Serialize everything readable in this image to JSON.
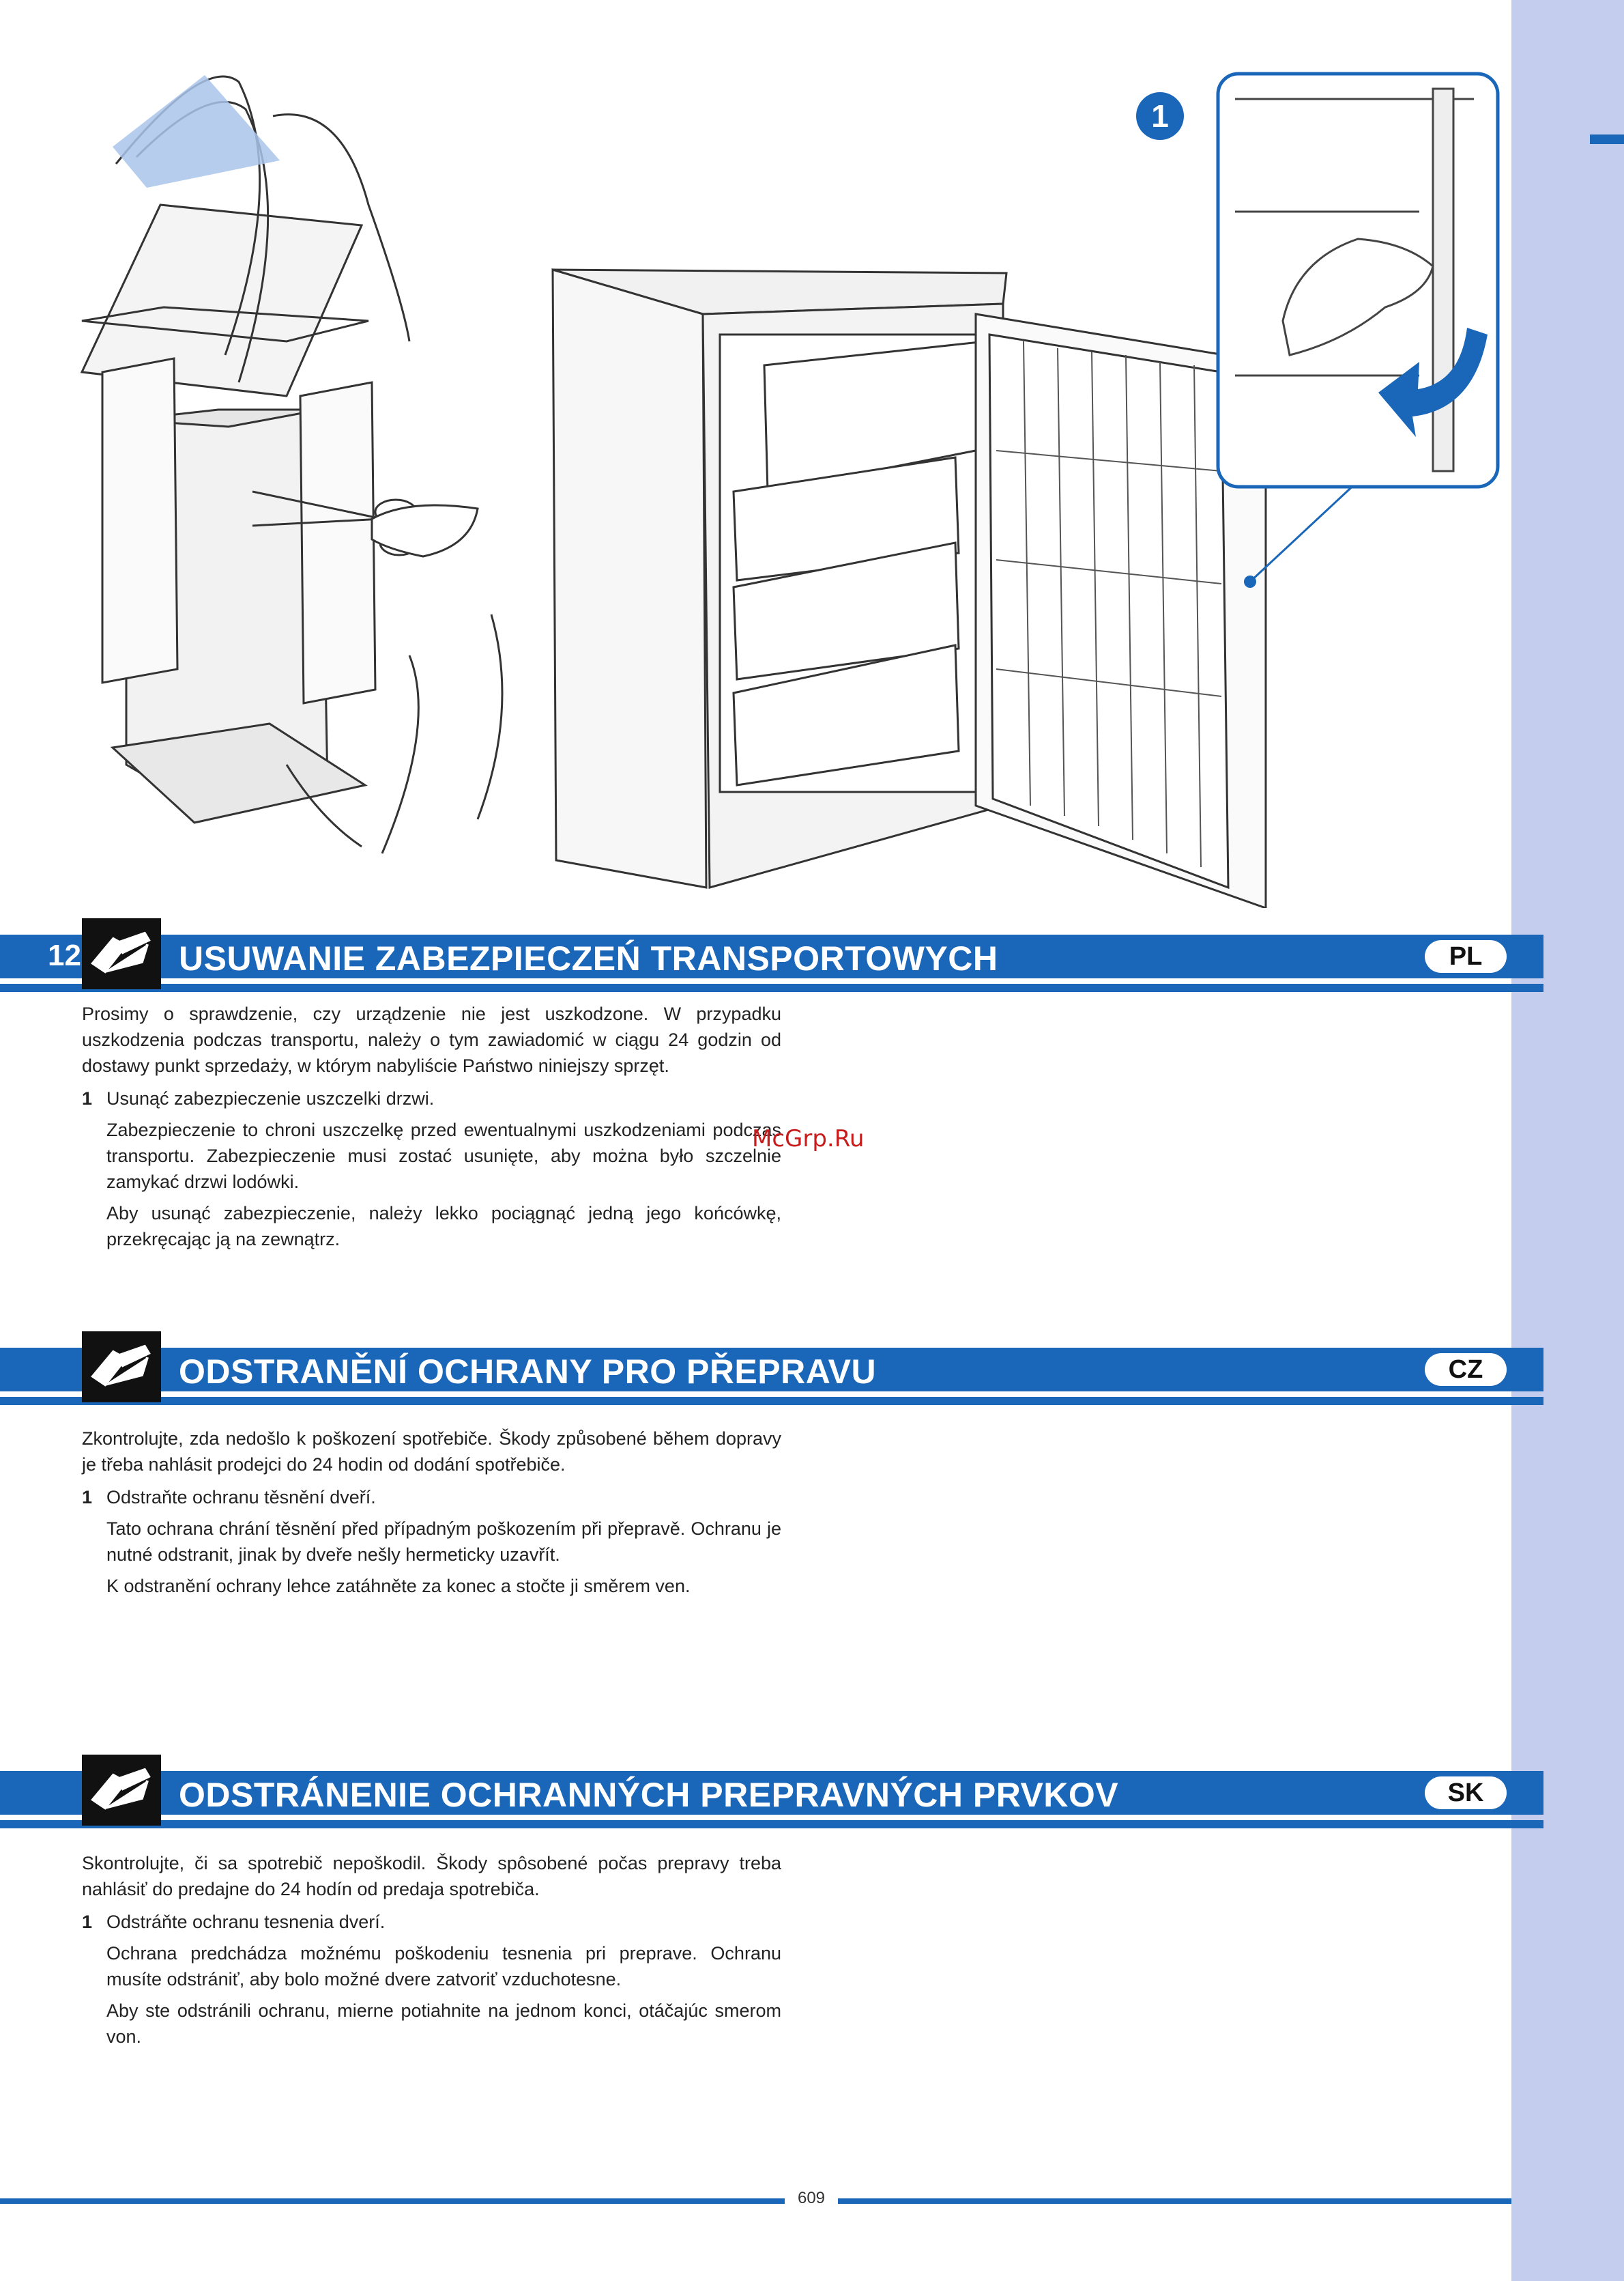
{
  "callout_number": "1",
  "watermark": "McGrp.Ru",
  "sections": [
    {
      "number": "12",
      "title": "USUWANIE ZABEZPIECZEŃ TRANSPORTOWYCH",
      "lang": "PL",
      "intro": "Prosimy o sprawdzenie, czy urządzenie nie jest uszkodzone. W przypadku uszkodzenia podczas transportu, należy o tym zawiadomić w ciągu 24 godzin od dostawy punkt sprzedaży, w którym nabyliście Państwo niniejszy sprzęt.",
      "step_number": "1",
      "step_title": "Usunąć zabezpieczenie uszczelki drzwi.",
      "step_p1": "Zabezpieczenie to chroni uszczelkę przed ewentualnymi uszkodzeniami podczas transportu. Zabezpieczenie musi zostać usunięte, aby można było szczelnie zamykać drzwi lodówki.",
      "step_p2": "Aby usunąć zabezpieczenie, należy lekko pociągnąć jedną jego końcówkę, przekręcając ją na zewnątrz."
    },
    {
      "number": "",
      "title": "ODSTRANĚNÍ OCHRANY PRO PŘEPRAVU",
      "lang": "CZ",
      "intro": "Zkontrolujte, zda nedošlo k poškození spotřebiče. Škody způsobené během dopravy je třeba nahlásit prodejci do 24 hodin od dodání spotřebiče.",
      "step_number": "1",
      "step_title": "Odstraňte ochranu těsnění dveří.",
      "step_p1": "Tato ochrana chrání těsnění před případným poškozením při přepravě. Ochranu je nutné odstranit, jinak by dveře nešly hermeticky uzavřít.",
      "step_p2": "K odstranění ochrany lehce zatáhněte za konec a stočte ji směrem ven."
    },
    {
      "number": "",
      "title": "ODSTRÁNENIE OCHRANNÝCH PREPRAVNÝCH  PRVKOV",
      "lang": "SK",
      "intro": "Skontrolujte, či sa spotrebič nepoškodil. Škody spôsobené počas prepravy treba nahlásiť do predajne do 24 hodín od predaja spotrebiča.",
      "step_number": "1",
      "step_title": "Odstráňte ochranu tesnenia dverí.",
      "step_p1": "Ochrana predchádza možnému poškodeniu tesnenia pri preprave. Ochranu musíte odstrániť, aby bolo možné dvere zatvoriť vzduchotesne.",
      "step_p2": "Aby ste odstránili ochranu, mierne potiahnite na jednom konci, otáčajúc smerom von."
    }
  ],
  "page_number": "609",
  "colors": {
    "accent": "#1a66b8",
    "side_strip": "#c5cdee",
    "watermark": "#c81c1c"
  }
}
